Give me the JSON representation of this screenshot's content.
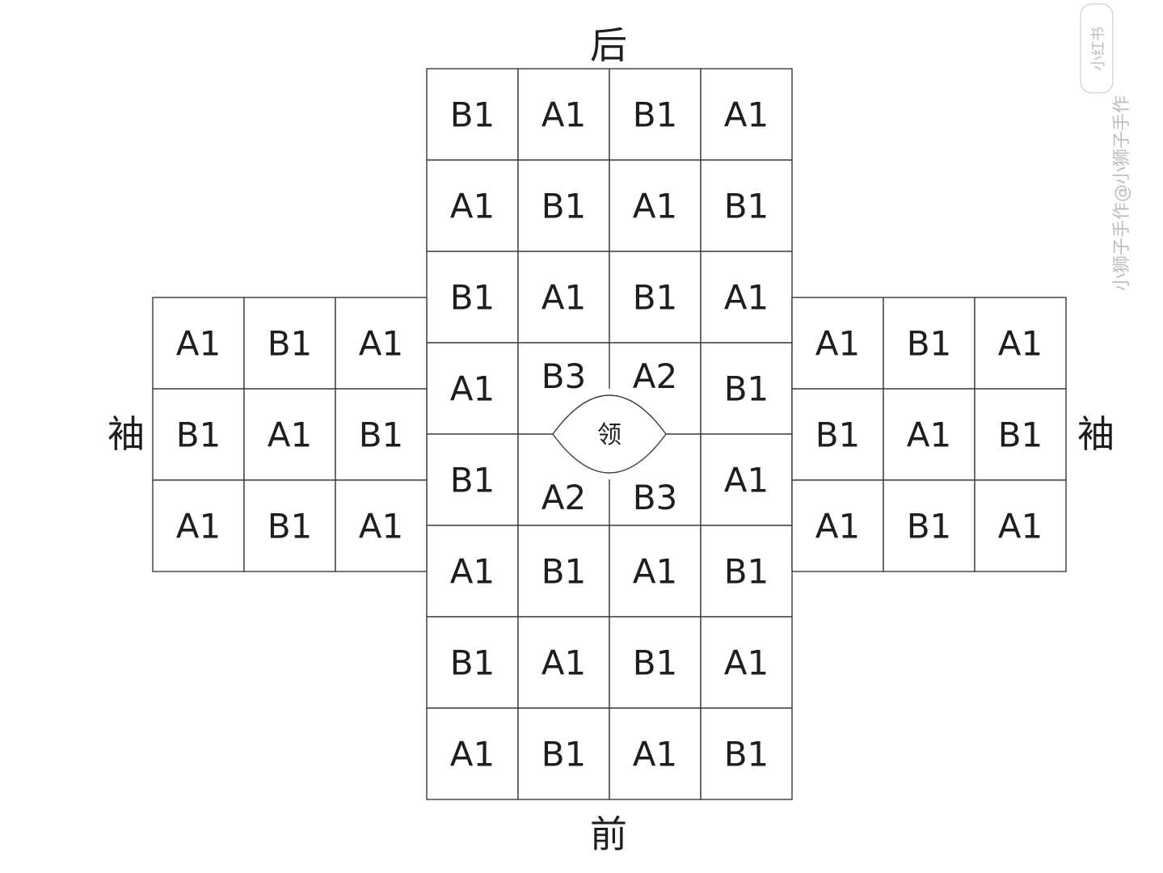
{
  "labels": {
    "back": "后",
    "front": "前",
    "sleeve_left": "袖",
    "sleeve_right": "袖",
    "collar": "领"
  },
  "body": {
    "rows": [
      [
        "B1",
        "A1",
        "B1",
        "A1"
      ],
      [
        "A1",
        "B1",
        "A1",
        "B1"
      ],
      [
        "B1",
        "A1",
        "B1",
        "A1"
      ],
      [
        "A1",
        "B3",
        "A2",
        "B1"
      ],
      [
        "B1",
        "A2",
        "B3",
        "A1"
      ],
      [
        "A1",
        "B1",
        "A1",
        "B1"
      ],
      [
        "B1",
        "A1",
        "B1",
        "A1"
      ],
      [
        "A1",
        "B1",
        "A1",
        "B1"
      ]
    ]
  },
  "sleeve_left": {
    "rows": [
      [
        "A1",
        "B1",
        "A1"
      ],
      [
        "B1",
        "A1",
        "B1"
      ],
      [
        "A1",
        "B1",
        "A1"
      ]
    ]
  },
  "sleeve_right": {
    "rows": [
      [
        "A1",
        "B1",
        "A1"
      ],
      [
        "B1",
        "A1",
        "B1"
      ],
      [
        "A1",
        "B1",
        "A1"
      ]
    ]
  },
  "watermark": {
    "text": "小狮子手作@小狮子手作",
    "badge": "小红书"
  },
  "colors": {
    "line": "#3a3a3a",
    "text": "#1e1e1e",
    "background": "#ffffff",
    "watermark": "#bdbdbd"
  }
}
